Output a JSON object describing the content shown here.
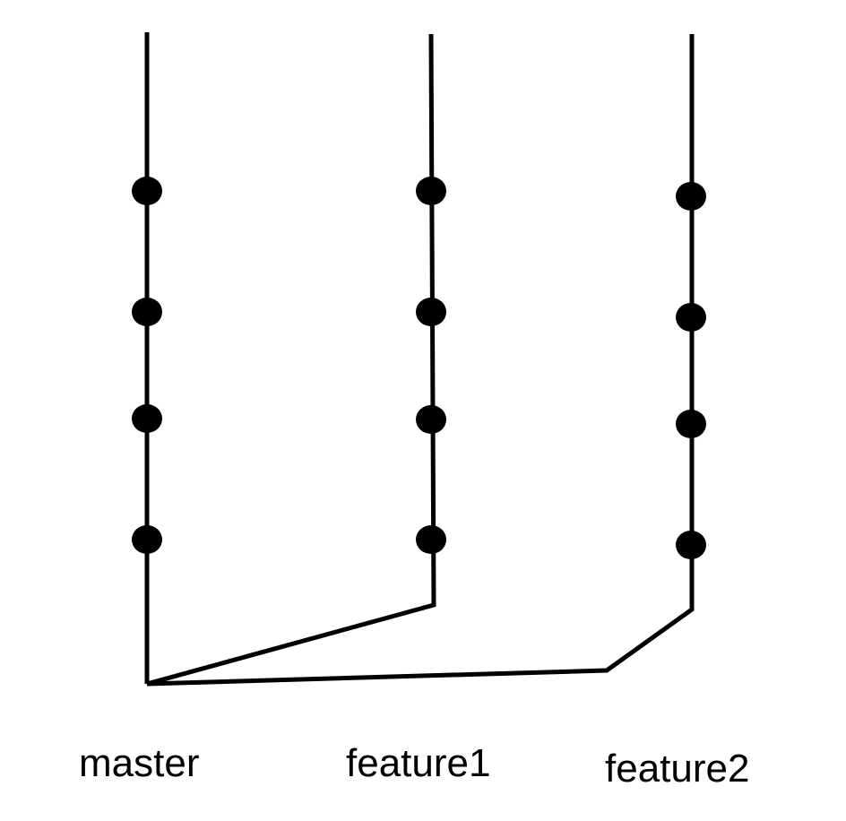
{
  "diagram": {
    "branches": [
      {
        "name": "master"
      },
      {
        "name": "feature1"
      },
      {
        "name": "feature2"
      }
    ],
    "commit_counts": {
      "master": 4,
      "feature1": 4,
      "feature2": 4
    },
    "colors": {
      "line": "#000000",
      "commit": "#000000",
      "background": "#ffffff"
    }
  }
}
